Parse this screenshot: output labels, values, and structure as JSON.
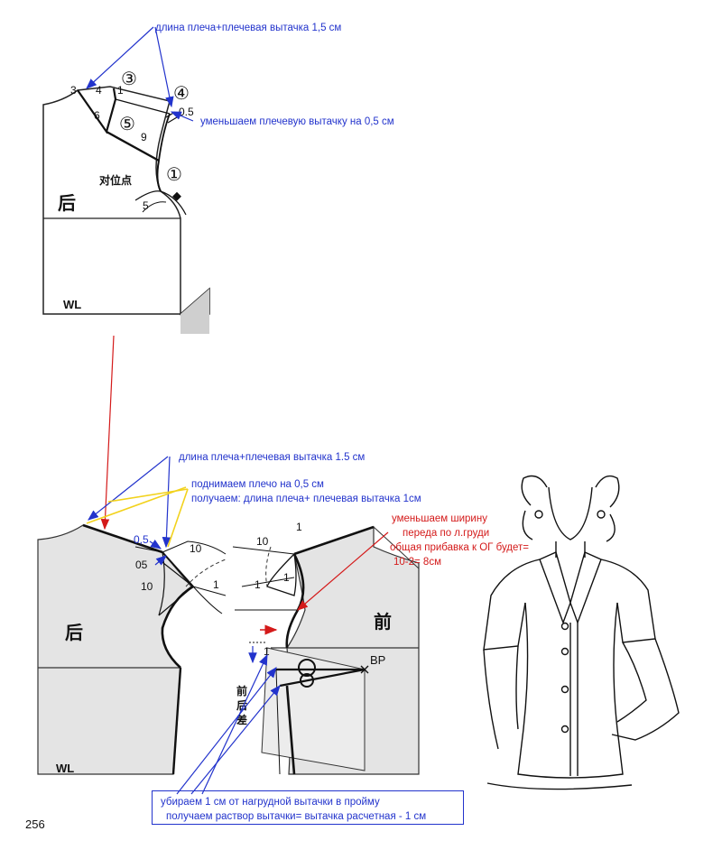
{
  "page_number": "256",
  "top_pattern": {
    "labels": {
      "back": "后",
      "waist": "WL",
      "notch": "对位点",
      "n3": "3",
      "n4": "4",
      "n1": "1",
      "n6": "6",
      "n9": "9",
      "n5": "5",
      "n05": "0.5",
      "c1": "①",
      "c3": "③",
      "c4": "④",
      "c5": "⑤"
    },
    "annotations": {
      "shoulder_length": "длина плеча+плечевая вытачка 1,5 см",
      "reduce_dart": "уменьшаем плечевую вытачку на 0,5 см"
    }
  },
  "bottom_pattern": {
    "labels": {
      "back": "后",
      "front": "前",
      "waist": "WL",
      "bp": "BP",
      "front_diff_1": "前",
      "front_diff_2": "后",
      "front_diff_3": "差",
      "b05": "0,5",
      "b05b": "05",
      "b10a": "10",
      "b10b": "10",
      "b1a": "1",
      "f10": "10",
      "f1a": "1",
      "f1b": "1",
      "f1c": "1",
      "f1d": "1"
    },
    "annotations": {
      "shoulder_length": "длина плеча+плечевая вытачка 1.5 см",
      "raise_1": "поднимаем плечо на 0,5 см",
      "raise_2": "получаем:   длина  плеча+ плечевая вытачка 1см",
      "reduce_1": "уменьшаем ширину",
      "reduce_2": "переда по л.груди",
      "reduce_3": "общая прибавка к ОГ будет=",
      "reduce_4": "10-2= 8см",
      "bust_1": "убираем 1 см от нагрудной вытачки в пройму",
      "bust_2": "получаем раствор вытачки= вытачка расчетная - 1 см"
    }
  },
  "colors": {
    "annotation_blue": "#2233cc",
    "annotation_red": "#d41a1a",
    "annotation_yellow": "#f2d21c",
    "pattern_fill": "#e4e4e4",
    "line": "#111111"
  }
}
